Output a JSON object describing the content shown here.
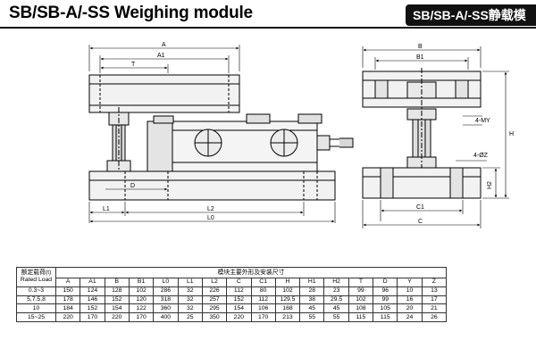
{
  "header": {
    "title": "SB/SB-A/-SS Weighing module",
    "tag": "SB/SB-A/-SS静载模"
  },
  "drawing_labels": {
    "A": "A",
    "A1": "A1",
    "T": "T",
    "D": "D",
    "L1": "L1",
    "L2": "L2",
    "L0": "L0",
    "B": "B",
    "B1": "B1",
    "C1": "C1",
    "C": "C",
    "H": "H",
    "H2": "H2",
    "MY": "4-MY",
    "PHIZ": "4-ØZ"
  },
  "spec_table": {
    "rated_cn": "额定载荷(t)",
    "rated_en": "Rated Load",
    "group_header": "模块主要外形及安装尺寸",
    "columns": [
      "A",
      "A1",
      "B",
      "B1",
      "L0",
      "L1",
      "L2",
      "C",
      "C1",
      "H",
      "H1",
      "H2",
      "T",
      "D",
      "Y",
      "Z"
    ],
    "rows": [
      {
        "load": "0.3~3",
        "values": [
          "150",
          "124",
          "128",
          "102",
          "286",
          "32",
          "226",
          "112",
          "80",
          "102",
          "28",
          "23",
          "99",
          "96",
          "10",
          "13"
        ]
      },
      {
        "load": "5,7.5,8",
        "values": [
          "178",
          "146",
          "152",
          "120",
          "318",
          "32",
          "257",
          "152",
          "112",
          "129.5",
          "38",
          "29.5",
          "102",
          "99",
          "16",
          "17"
        ]
      },
      {
        "load": "10",
        "values": [
          "184",
          "152",
          "154",
          "122",
          "360",
          "32",
          "295",
          "154",
          "106",
          "168",
          "45",
          "45",
          "108",
          "105",
          "20",
          "21"
        ]
      },
      {
        "load": "15~25",
        "values": [
          "220",
          "170",
          "220",
          "170",
          "400",
          "25",
          "350",
          "220",
          "170",
          "213",
          "55",
          "55",
          "115",
          "115",
          "24",
          "26"
        ]
      }
    ]
  }
}
